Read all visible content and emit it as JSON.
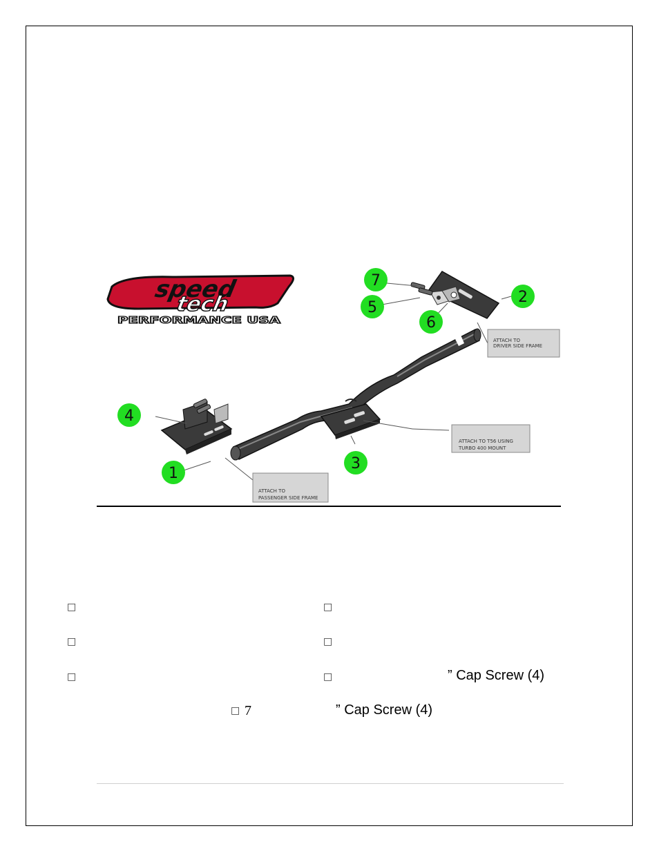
{
  "logo": {
    "wordmark_line1": "speed",
    "wordmark_line2": "tech",
    "tagline": "PERFORMANCE USA",
    "colors": {
      "red": "#c8102e",
      "black": "#111111"
    }
  },
  "diagram": {
    "callouts": [
      "1",
      "2",
      "3",
      "4",
      "5",
      "6",
      "7"
    ],
    "notes": {
      "passenger": [
        "ATTACH TO",
        "PASSENGER SIDE FRAME"
      ],
      "driver": [
        "ATTACH TO",
        "DRIVER SIDE  FRAME"
      ],
      "transmission": [
        "ATTACH TO T56 USING",
        "TURBO 400 MOUNT"
      ]
    },
    "callout_color": "#22dd22",
    "note_box_color": "#d6d6d6"
  },
  "parts_list": {
    "bullet_icon": "missing-glyph-icon",
    "bullet_glyph": "□",
    "row3_right_text": "” Cap Screw (4)",
    "row4_number": "7",
    "row4_text": "” Cap Screw (4)"
  }
}
